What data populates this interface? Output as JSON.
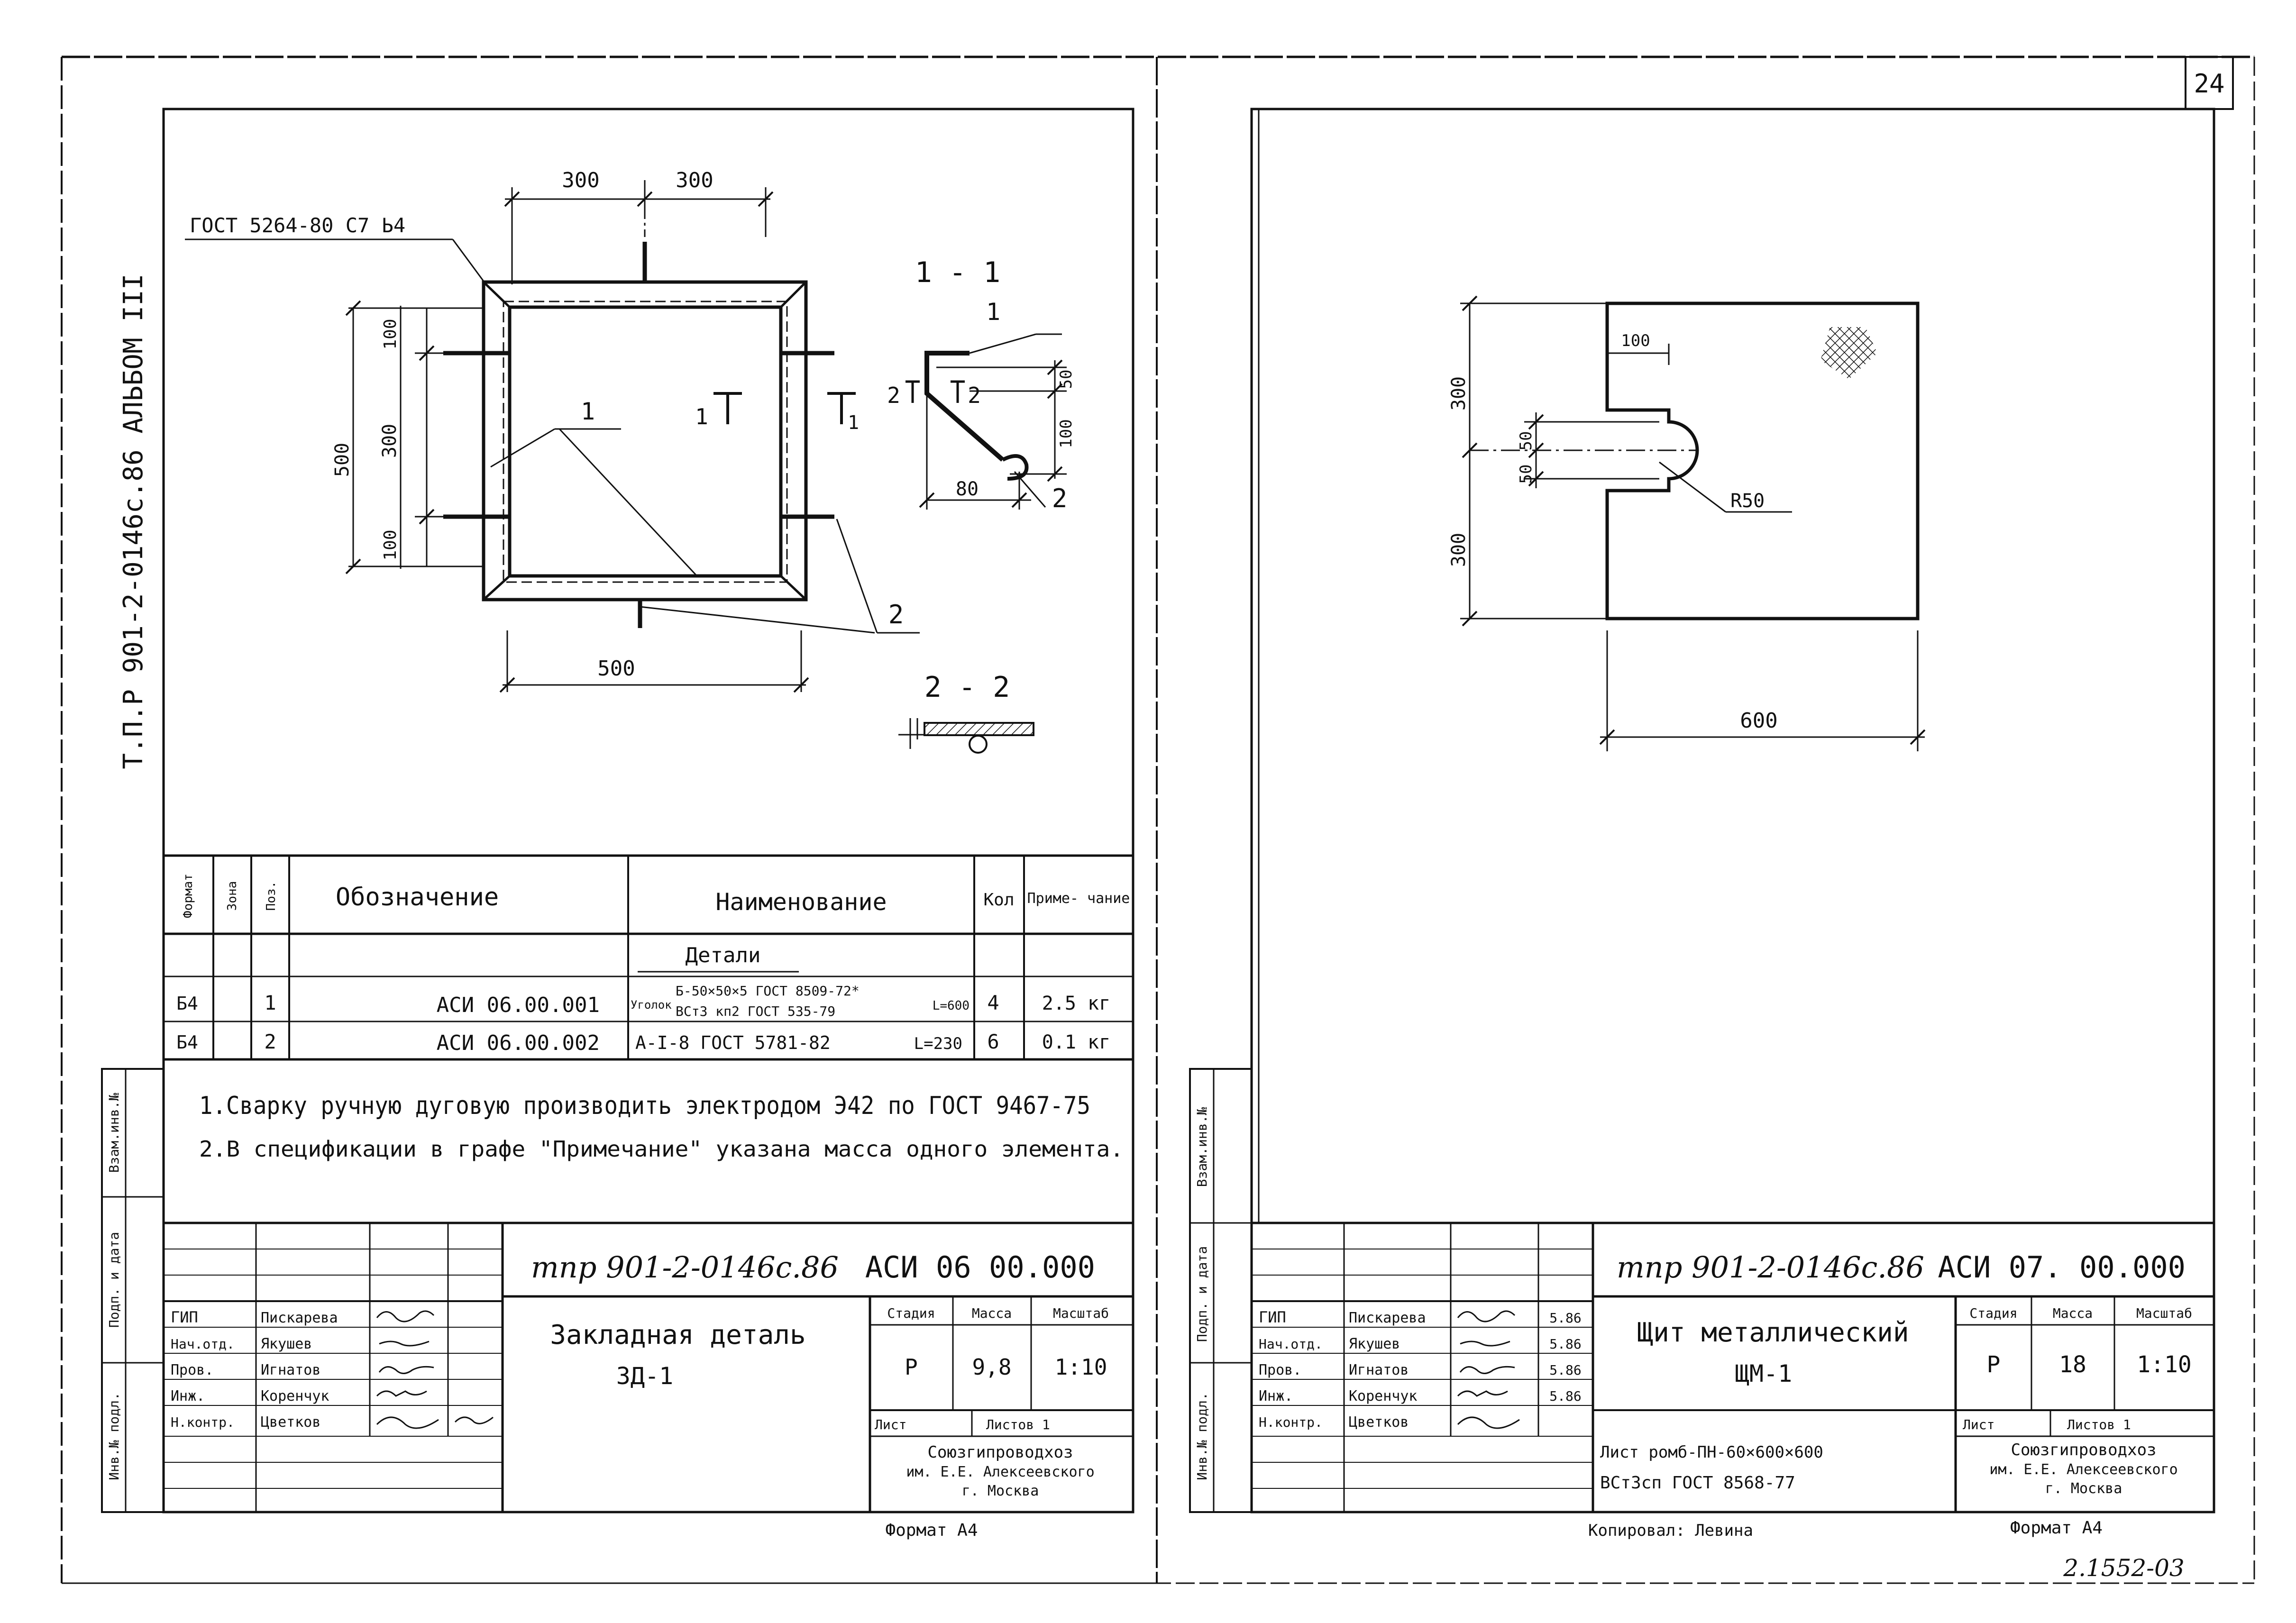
{
  "page_number": "24",
  "bottom_code": "2.1552-03",
  "left_sheet": {
    "vertical_title": "Т.П.Р 901-2-0146с.86    АЛЬБОМ III",
    "drawing": {
      "gost_callout": "ГОСТ 5264-80 С7 Ь4",
      "dim_top_1": "300",
      "dim_top_2": "300",
      "dim_left_total": "500",
      "dim_left_top": "100",
      "dim_left_mid": "300",
      "dim_left_bot": "100",
      "dim_bottom": "500",
      "leader_1": "1",
      "leader_2": "2",
      "cut_mark_left": "1",
      "cut_mark_right": "1",
      "section_11_title": "1 - 1",
      "sec11_label_1": "1",
      "sec11_label_2": "2",
      "sec11_cut_2a": "2",
      "sec11_cut_2b": "2",
      "sec11_dim_50": "50",
      "sec11_dim_100": "100",
      "sec11_dim_80": "80",
      "section_22_title": "2 - 2"
    },
    "spec_table": {
      "headers": {
        "format": "Формат",
        "zone": "Зона",
        "pos": "Поз.",
        "designation": "Обозначение",
        "name": "Наименование",
        "qty": "Кол",
        "note": "Приме- чание"
      },
      "section_label": "Детали",
      "rows": [
        {
          "format": "Б4",
          "pos": "1",
          "designation": "АСИ 06.00.001",
          "name_prefix": "Уголок",
          "name_top": "Б-50×50×5 ГОСТ 8509-72*",
          "name_bottom": "ВСт3 кп2 ГОСТ 535-79",
          "name_suffix": "L=600",
          "qty": "4",
          "note": "2.5 кг"
        },
        {
          "format": "Б4",
          "pos": "2",
          "designation": "АСИ 06.00.002",
          "name": "А-I-8 ГОСТ 5781-82",
          "name_suffix": "L=230",
          "qty": "6",
          "note": "0.1 кг"
        }
      ]
    },
    "notes": [
      "1.Сварку ручную дуговую производить электродом Э42 по ГОСТ 9467-75",
      "2.В спецификации в графе \"Примечание\" указана масса одного элемента."
    ],
    "side_stamp": [
      "Взам.инв.№",
      "Подп. и дата",
      "Инв.№ подл."
    ],
    "title_block": {
      "project_code": "тпр 901-2-0146с.86",
      "doc_code": "АСИ 06 00.000",
      "title_line1": "Закладная деталь",
      "title_line2": "ЗД-1",
      "col_stage": "Стадия",
      "col_mass": "Масса",
      "col_scale": "Масштаб",
      "stage": "Р",
      "mass": "9,8",
      "scale": "1:10",
      "sheet": "Лист",
      "sheets": "Листов 1",
      "org_line1": "Союзгипроводхоз",
      "org_line2": "им. Е.Е. Алексеевского",
      "org_line3": "г. Москва",
      "roles": [
        "ГИП",
        "Нач.отд.",
        "Пров.",
        "Инж.",
        "Н.контр."
      ],
      "names": [
        "Пискарева",
        "Якушев",
        "Игнатов",
        "Коренчук",
        "Цветков"
      ],
      "format_label": "Формат А4"
    }
  },
  "right_sheet": {
    "drawing": {
      "dim_top": "300",
      "dim_bottom": "300",
      "dim_50a": "50",
      "dim_50b": "50",
      "dim_100": "100",
      "radius": "R50",
      "dim_width": "600"
    },
    "side_stamp": [
      "Взам.инв.№",
      "Подп. и дата",
      "Инв.№ подл."
    ],
    "title_block": {
      "project_code": "тпр 901-2-0146с.86",
      "doc_code": "АСИ 07. 00.000",
      "title_line1": "Щит металлический",
      "title_line2": "ЩМ-1",
      "col_stage": "Стадия",
      "col_mass": "Масса",
      "col_scale": "Масштаб",
      "stage": "Р",
      "mass": "18",
      "scale": "1:10",
      "sheet": "Лист",
      "sheets": "Листов 1",
      "material_line1": "Лист ромб-ПН-60×600×600",
      "material_line2": "ВСт3сп ГОСТ 8568-77",
      "org_line1": "Союзгипроводхоз",
      "org_line2": "им. Е.Е. Алексеевского",
      "org_line3": "г. Москва",
      "roles": [
        "ГИП",
        "Нач.отд.",
        "Пров.",
        "Инж.",
        "Н.контр."
      ],
      "names": [
        "Пискарева",
        "Якушев",
        "Игнатов",
        "Коренчук",
        "Цветков"
      ],
      "dates": [
        "5.86",
        "5.86",
        "5.86",
        "5.86"
      ],
      "copied_by": "Копировал: Левина",
      "format_label": "Формат А4"
    }
  }
}
